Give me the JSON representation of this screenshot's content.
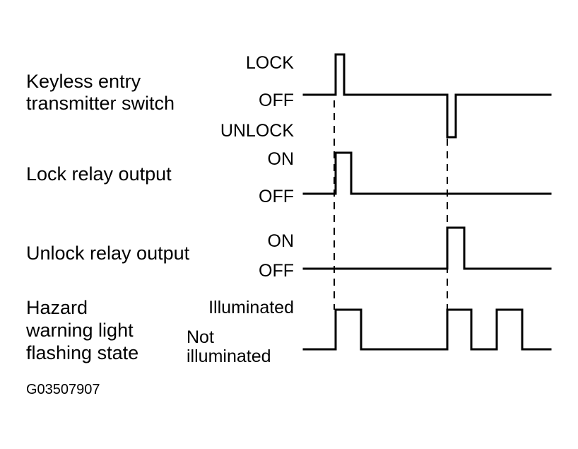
{
  "signals": [
    {
      "label_lines": [
        "Keyless entry",
        "transmitter switch"
      ],
      "states": [
        "LOCK",
        "OFF",
        "UNLOCK"
      ]
    },
    {
      "label_lines": [
        "Lock relay output"
      ],
      "states": [
        "ON",
        "OFF"
      ]
    },
    {
      "label_lines": [
        "Unlock relay output"
      ],
      "states": [
        "ON",
        "OFF"
      ]
    },
    {
      "label_lines": [
        "Hazard",
        "warning light",
        "flashing state"
      ],
      "states": [
        "Illuminated",
        "Not",
        "illuminated"
      ]
    }
  ],
  "figure_code": "G03507907"
}
